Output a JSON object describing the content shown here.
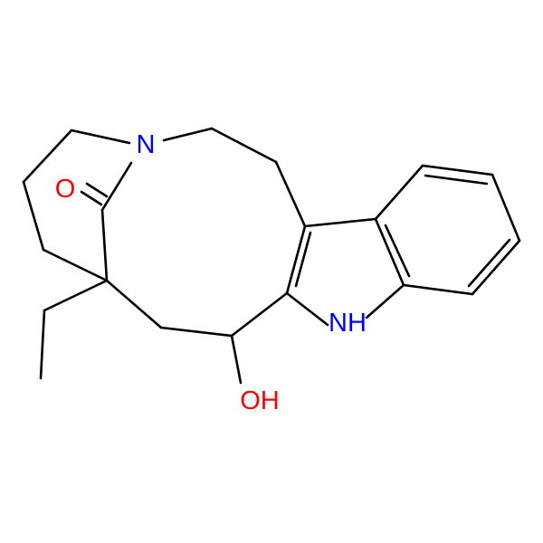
{
  "colors": {
    "bond": "#000000",
    "nitrogen": "#0000ff",
    "oxygen": "#ff0000",
    "background": "#ffffff"
  },
  "atoms": {
    "amine_nitrogen": "N",
    "indole_nh": "NH",
    "ketone_oxygen": "O",
    "hydroxyl": "OH"
  }
}
